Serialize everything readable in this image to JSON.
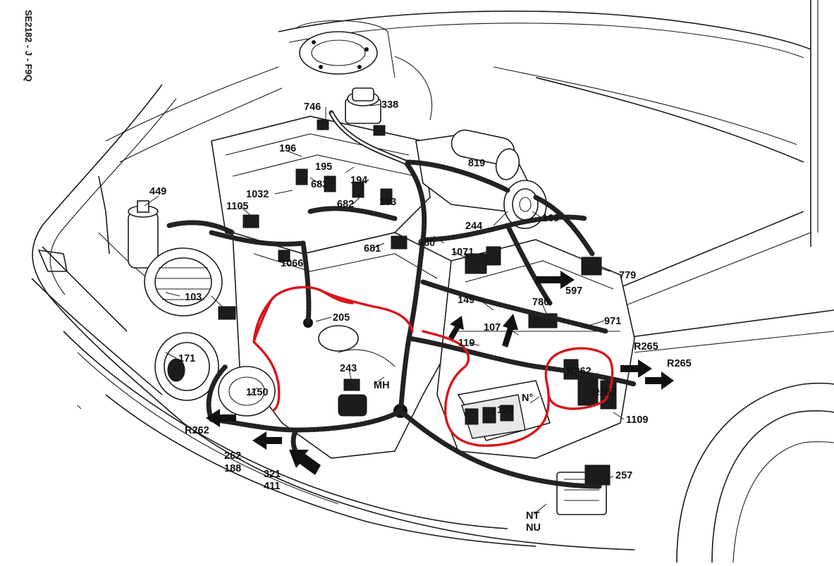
{
  "figure_id": "SE2182 - J - F9Q",
  "callouts": [
    {
      "id": "c746",
      "text": "746"
    },
    {
      "id": "c338",
      "text": "338"
    },
    {
      "id": "c196",
      "text": "196"
    },
    {
      "id": "c195",
      "text": "195"
    },
    {
      "id": "c194",
      "text": "194"
    },
    {
      "id": "c683",
      "text": "683"
    },
    {
      "id": "c1032",
      "text": "1032"
    },
    {
      "id": "c682",
      "text": "682"
    },
    {
      "id": "c193",
      "text": "193"
    },
    {
      "id": "c819",
      "text": "819"
    },
    {
      "id": "c449",
      "text": "449"
    },
    {
      "id": "c1105",
      "text": "1105"
    },
    {
      "id": "c169",
      "text": "169"
    },
    {
      "id": "c244",
      "text": "244"
    },
    {
      "id": "c681",
      "text": "681"
    },
    {
      "id": "c680",
      "text": "680"
    },
    {
      "id": "c1071",
      "text": "1071"
    },
    {
      "id": "c1066",
      "text": "1066"
    },
    {
      "id": "c779",
      "text": "779"
    },
    {
      "id": "c597",
      "text": "597"
    },
    {
      "id": "c103",
      "text": "103"
    },
    {
      "id": "c149",
      "text": "149"
    },
    {
      "id": "c780",
      "text": "780"
    },
    {
      "id": "c205",
      "text": "205"
    },
    {
      "id": "c107",
      "text": "107"
    },
    {
      "id": "c971",
      "text": "971"
    },
    {
      "id": "c119",
      "text": "119"
    },
    {
      "id": "cR265a",
      "text": "R265"
    },
    {
      "id": "cR265b",
      "text": "R265"
    },
    {
      "id": "c171",
      "text": "171"
    },
    {
      "id": "cR262a",
      "text": "R262"
    },
    {
      "id": "c243",
      "text": "243"
    },
    {
      "id": "cMH",
      "text": "MH"
    },
    {
      "id": "c1150",
      "text": "1150"
    },
    {
      "id": "cNdeg",
      "text": "N°"
    },
    {
      "id": "cR262b",
      "text": "R262"
    },
    {
      "id": "c120",
      "text": "120"
    },
    {
      "id": "c1109",
      "text": "1109"
    },
    {
      "id": "cR262c",
      "text": "R262"
    },
    {
      "id": "c262",
      "text": "262"
    },
    {
      "id": "c188",
      "text": "188"
    },
    {
      "id": "c321",
      "text": "321"
    },
    {
      "id": "c411",
      "text": "411"
    },
    {
      "id": "c257",
      "text": "257"
    },
    {
      "id": "cNT",
      "text": "NT"
    },
    {
      "id": "cNU",
      "text": "NU"
    }
  ],
  "colors": {
    "line": "#1a1a1a",
    "highlight": "#d8141b",
    "background": "#ffffff"
  }
}
